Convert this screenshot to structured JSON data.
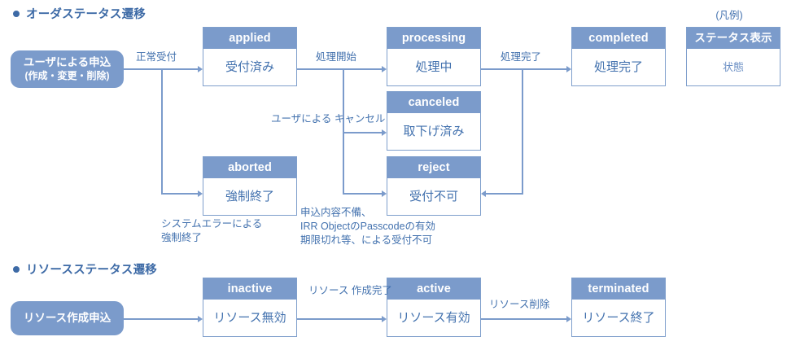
{
  "sections": [
    {
      "id": "order",
      "title": "オーダステータス遷移"
    },
    {
      "id": "resource",
      "title": "リソースステータス遷移"
    }
  ],
  "legend": {
    "caption": "(凡例)",
    "header": "ステータス表示",
    "body": "状態"
  },
  "order": {
    "start": {
      "line1": "ユーザによる申込",
      "line2": "(作成・変更・削除)"
    },
    "states": [
      {
        "key": "applied",
        "name": "applied",
        "label": "受付済み"
      },
      {
        "key": "processing",
        "name": "processing",
        "label": "処理中"
      },
      {
        "key": "completed",
        "name": "completed",
        "label": "処理完了"
      },
      {
        "key": "canceled",
        "name": "canceled",
        "label": "取下げ済み"
      },
      {
        "key": "reject",
        "name": "reject",
        "label": "受付不可"
      },
      {
        "key": "aborted",
        "name": "aborted",
        "label": "強制終了"
      }
    ],
    "edges": [
      {
        "key": "start-applied",
        "label": "正常受付"
      },
      {
        "key": "applied-processing",
        "label": "処理開始"
      },
      {
        "key": "processing-completed",
        "label": "処理完了"
      },
      {
        "key": "applied-canceled",
        "label": "ユーザによる\nキャンセル"
      }
    ],
    "notes": [
      {
        "key": "aborted-note",
        "text": "システムエラーによる\n強制終了"
      },
      {
        "key": "reject-note",
        "text": "申込内容不備、\nIRR ObjectのPasscodeの有効\n期限切れ等、による受付不可"
      }
    ]
  },
  "resource": {
    "start": {
      "line1": "リソース作成申込"
    },
    "states": [
      {
        "key": "inactive",
        "name": "inactive",
        "label": "リソース無効"
      },
      {
        "key": "active",
        "name": "active",
        "label": "リソース有効"
      },
      {
        "key": "terminated",
        "name": "terminated",
        "label": "リソース終了"
      }
    ],
    "edges": [
      {
        "key": "inactive-active",
        "label": "リソース\n作成完了"
      },
      {
        "key": "active-terminated",
        "label": "リソース削除"
      }
    ]
  },
  "colors": {
    "accent": "#7b9bcb",
    "text": "#4271ae",
    "heading": "#3d6aa6",
    "background": "#ffffff"
  }
}
